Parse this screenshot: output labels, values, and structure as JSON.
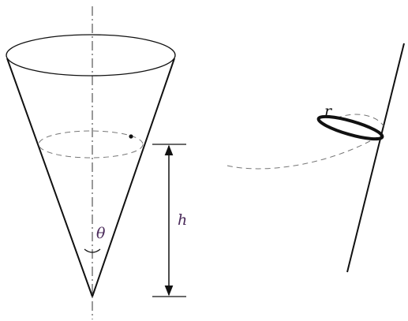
{
  "labels": {
    "theta": "θ",
    "height": "h",
    "radius": "r"
  },
  "colors": {
    "line": "#111111",
    "dashed": "#777777",
    "label_accent": "#4a2a5a"
  }
}
